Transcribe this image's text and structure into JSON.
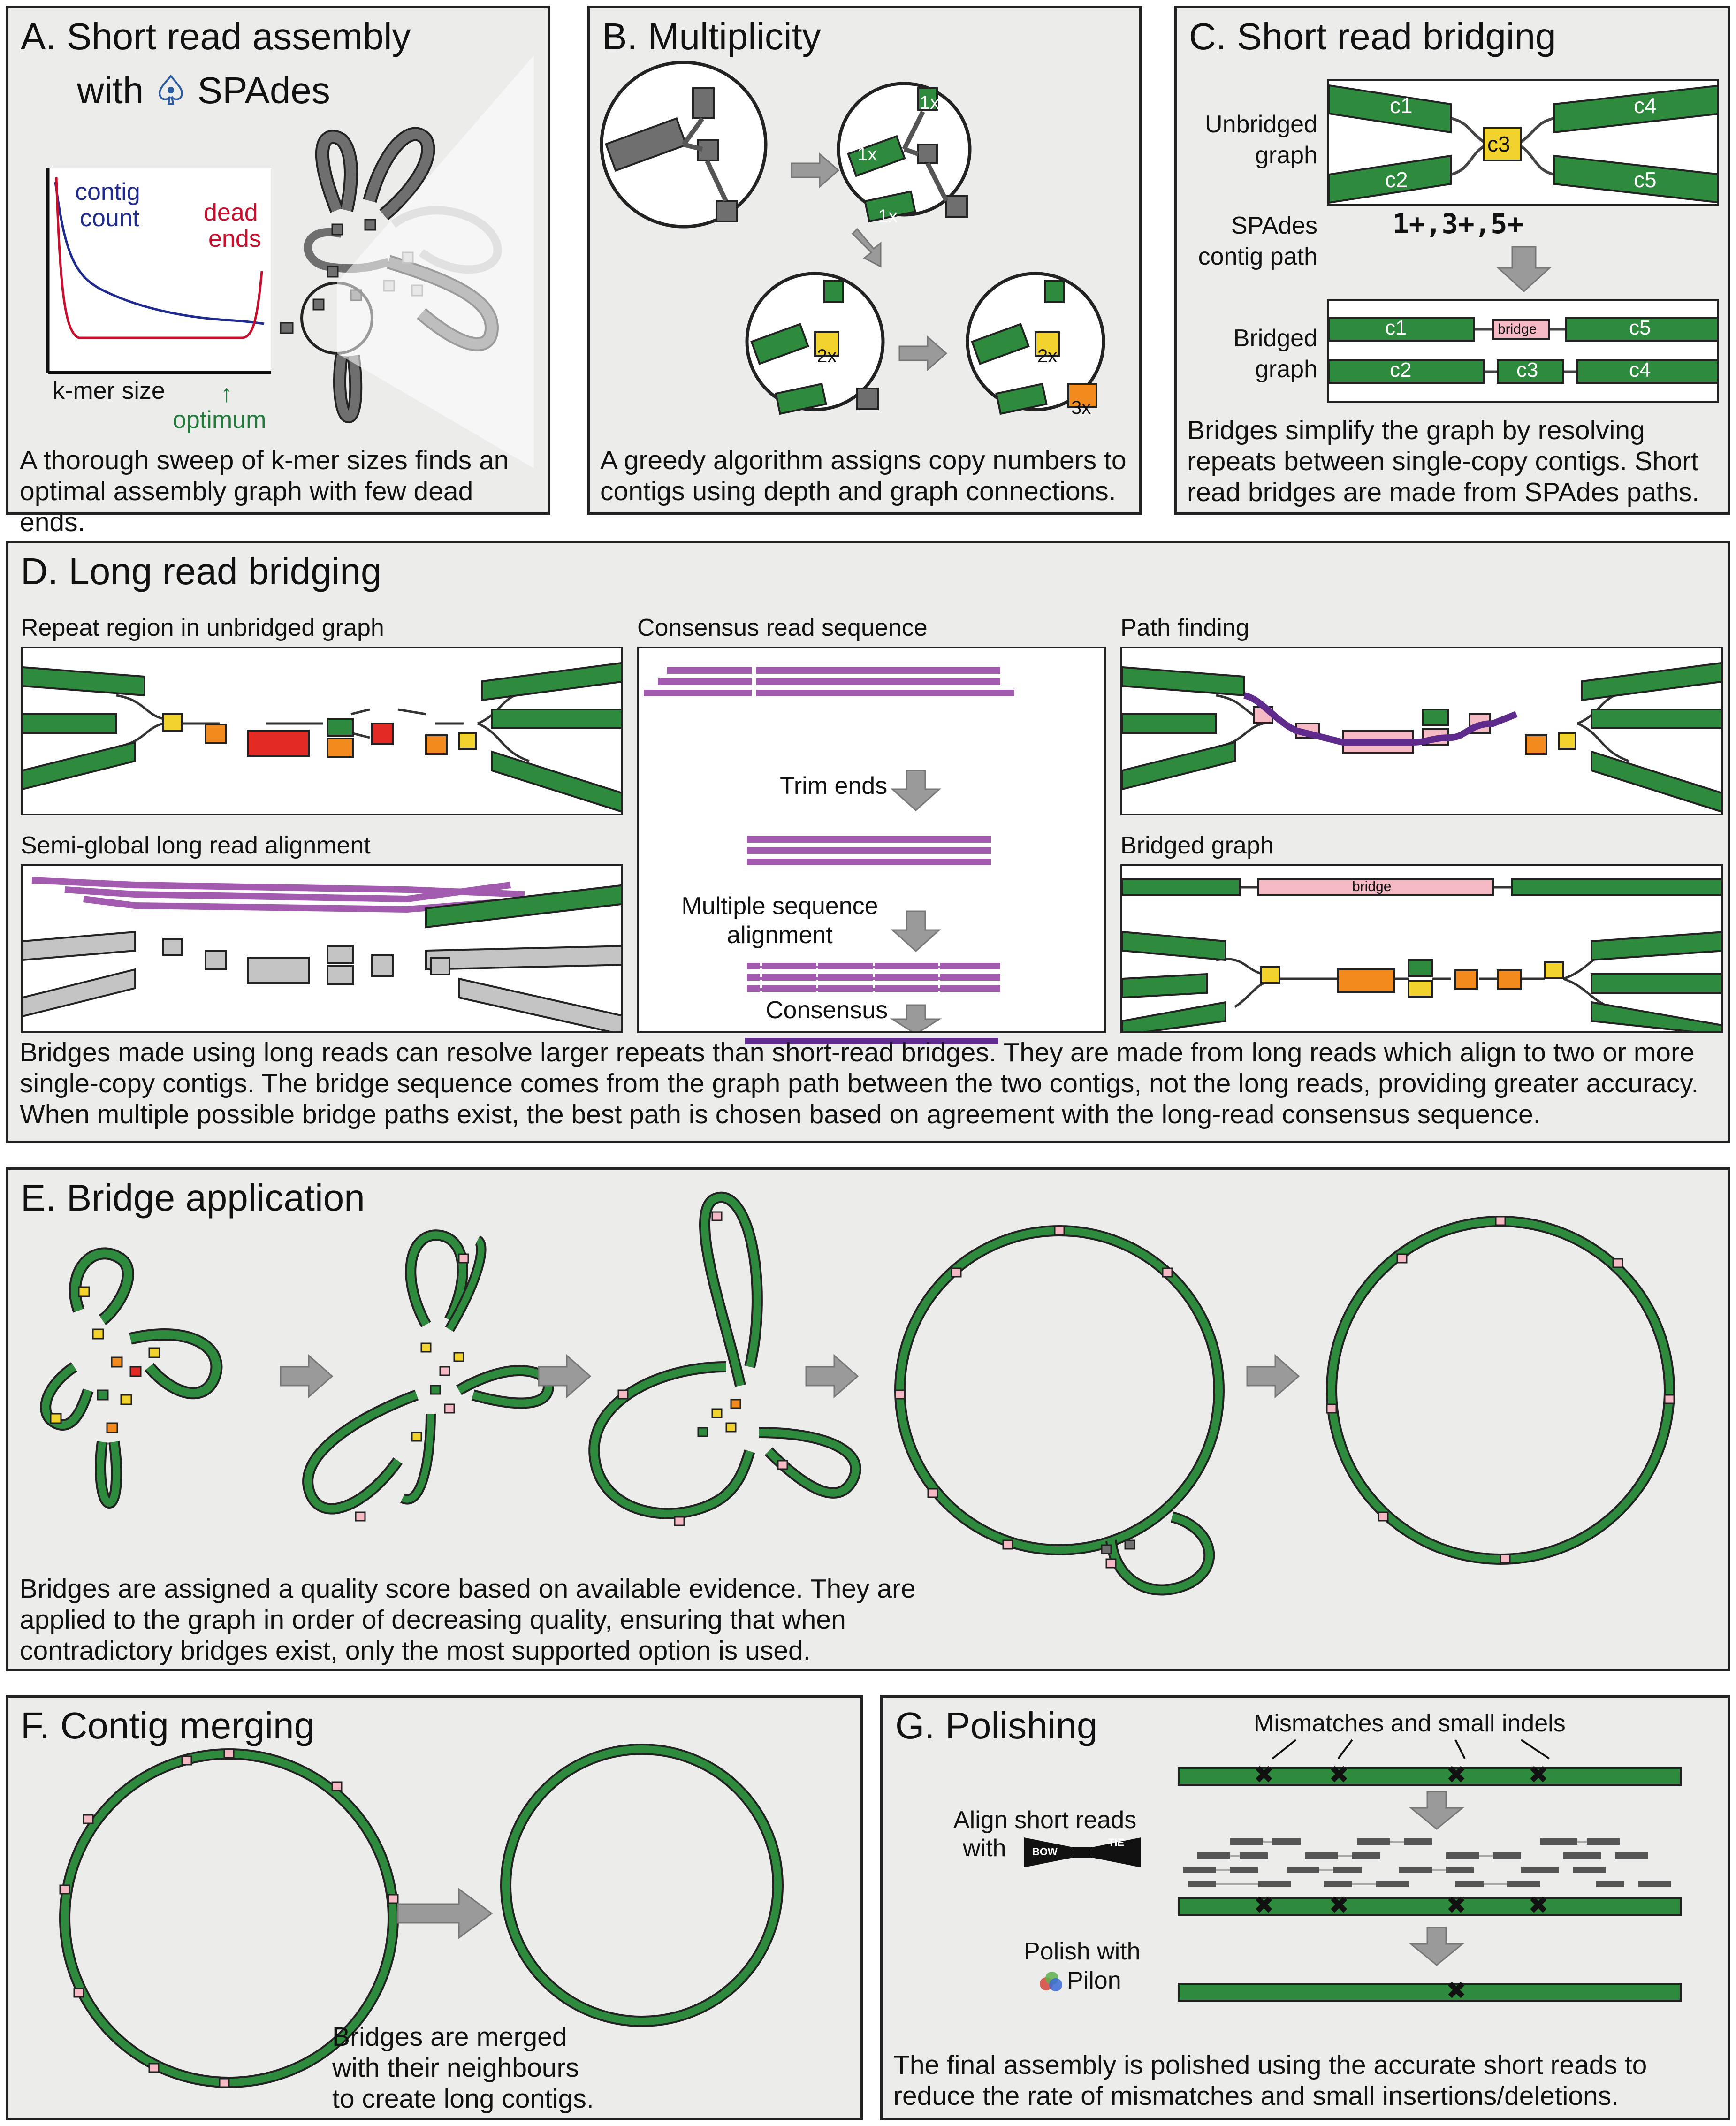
{
  "panelA": {
    "title": "A. Short read assembly",
    "title_line2": "with",
    "spades_name": "SPAdes",
    "chart_label_contig": "contig",
    "chart_label_count": "count",
    "chart_label_dead": "dead",
    "chart_label_ends": "ends",
    "xaxis_label": "k-mer size",
    "optimum_label": "optimum",
    "caption": "A thorough sweep of k-mer sizes finds an optimal assembly graph with few dead ends."
  },
  "panelB": {
    "title": "B. Multiplicity",
    "tag_1x": "1x",
    "tag_2x": "2x",
    "tag_3x": "3x",
    "caption": "A greedy algorithm assigns copy numbers to contigs using depth and graph connections."
  },
  "panelC": {
    "title": "C. Short read bridging",
    "unbridged_l1": "Unbridged",
    "unbridged_l2": "graph",
    "spades_l1": "SPAdes",
    "spades_l2": "contig path",
    "path": "1+,3+,5+",
    "bridged_l1": "Bridged",
    "bridged_l2": "graph",
    "c1": "c1",
    "c2": "c2",
    "c3": "c3",
    "c4": "c4",
    "c5": "c5",
    "bridge": "bridge",
    "caption": "Bridges simplify the graph by resolving repeats between single-copy contigs. Short read bridges are made from SPAdes paths."
  },
  "panelD": {
    "title": "D. Long read bridging",
    "sub_repeat": "Repeat region in unbridged graph",
    "sub_semi": "Semi-global long read alignment",
    "sub_consensus": "Consensus read sequence",
    "sub_path": "Path finding",
    "sub_bridged": "Bridged graph",
    "trim": "Trim ends",
    "msa_l1": "Multiple sequence",
    "msa_l2": "alignment",
    "consensus": "Consensus",
    "bridge": "bridge",
    "caption": "Bridges made using long reads can resolve larger repeats than short-read bridges. They are made from long reads which align to two or more single-copy contigs. The bridge sequence comes from the graph path between the two contigs, not the long reads, providing greater accuracy. When multiple possible bridge paths exist, the best path is chosen based on agreement with the long-read consensus sequence."
  },
  "panelE": {
    "title": "E. Bridge application",
    "caption": "Bridges are assigned a quality score based on available evidence. They are applied to the graph in order of decreasing quality, ensuring that when contradictory bridges exist, only the most supported option is used."
  },
  "panelF": {
    "title": "F. Contig merging",
    "caption": "Bridges are merged with their neighbours to create long contigs."
  },
  "panelG": {
    "title": "G. Polishing",
    "mismatch_label": "Mismatches and small indels",
    "align_l1": "Align short reads",
    "align_l2": "with",
    "bow": "BOW",
    "tie": "TIE",
    "polish_l1": "Polish with",
    "pilon": "Pilon",
    "caption": "The final assembly is polished using the accurate short reads to reduce the rate of mismatches and small insertions/deletions."
  },
  "colors": {
    "green": "#2e8b3e",
    "yellow": "#f2d22c",
    "orange": "#f28a1e",
    "red": "#e02a23",
    "pink": "#f4b9c3",
    "purple": "#a35bb0",
    "dark_purple": "#5e2a8c",
    "grey_node": "#6f6f6f",
    "panel_bg": "#ececea",
    "curve_blue": "#1f2a8f",
    "curve_red": "#c8102e",
    "optimum_green": "#217a3a"
  }
}
